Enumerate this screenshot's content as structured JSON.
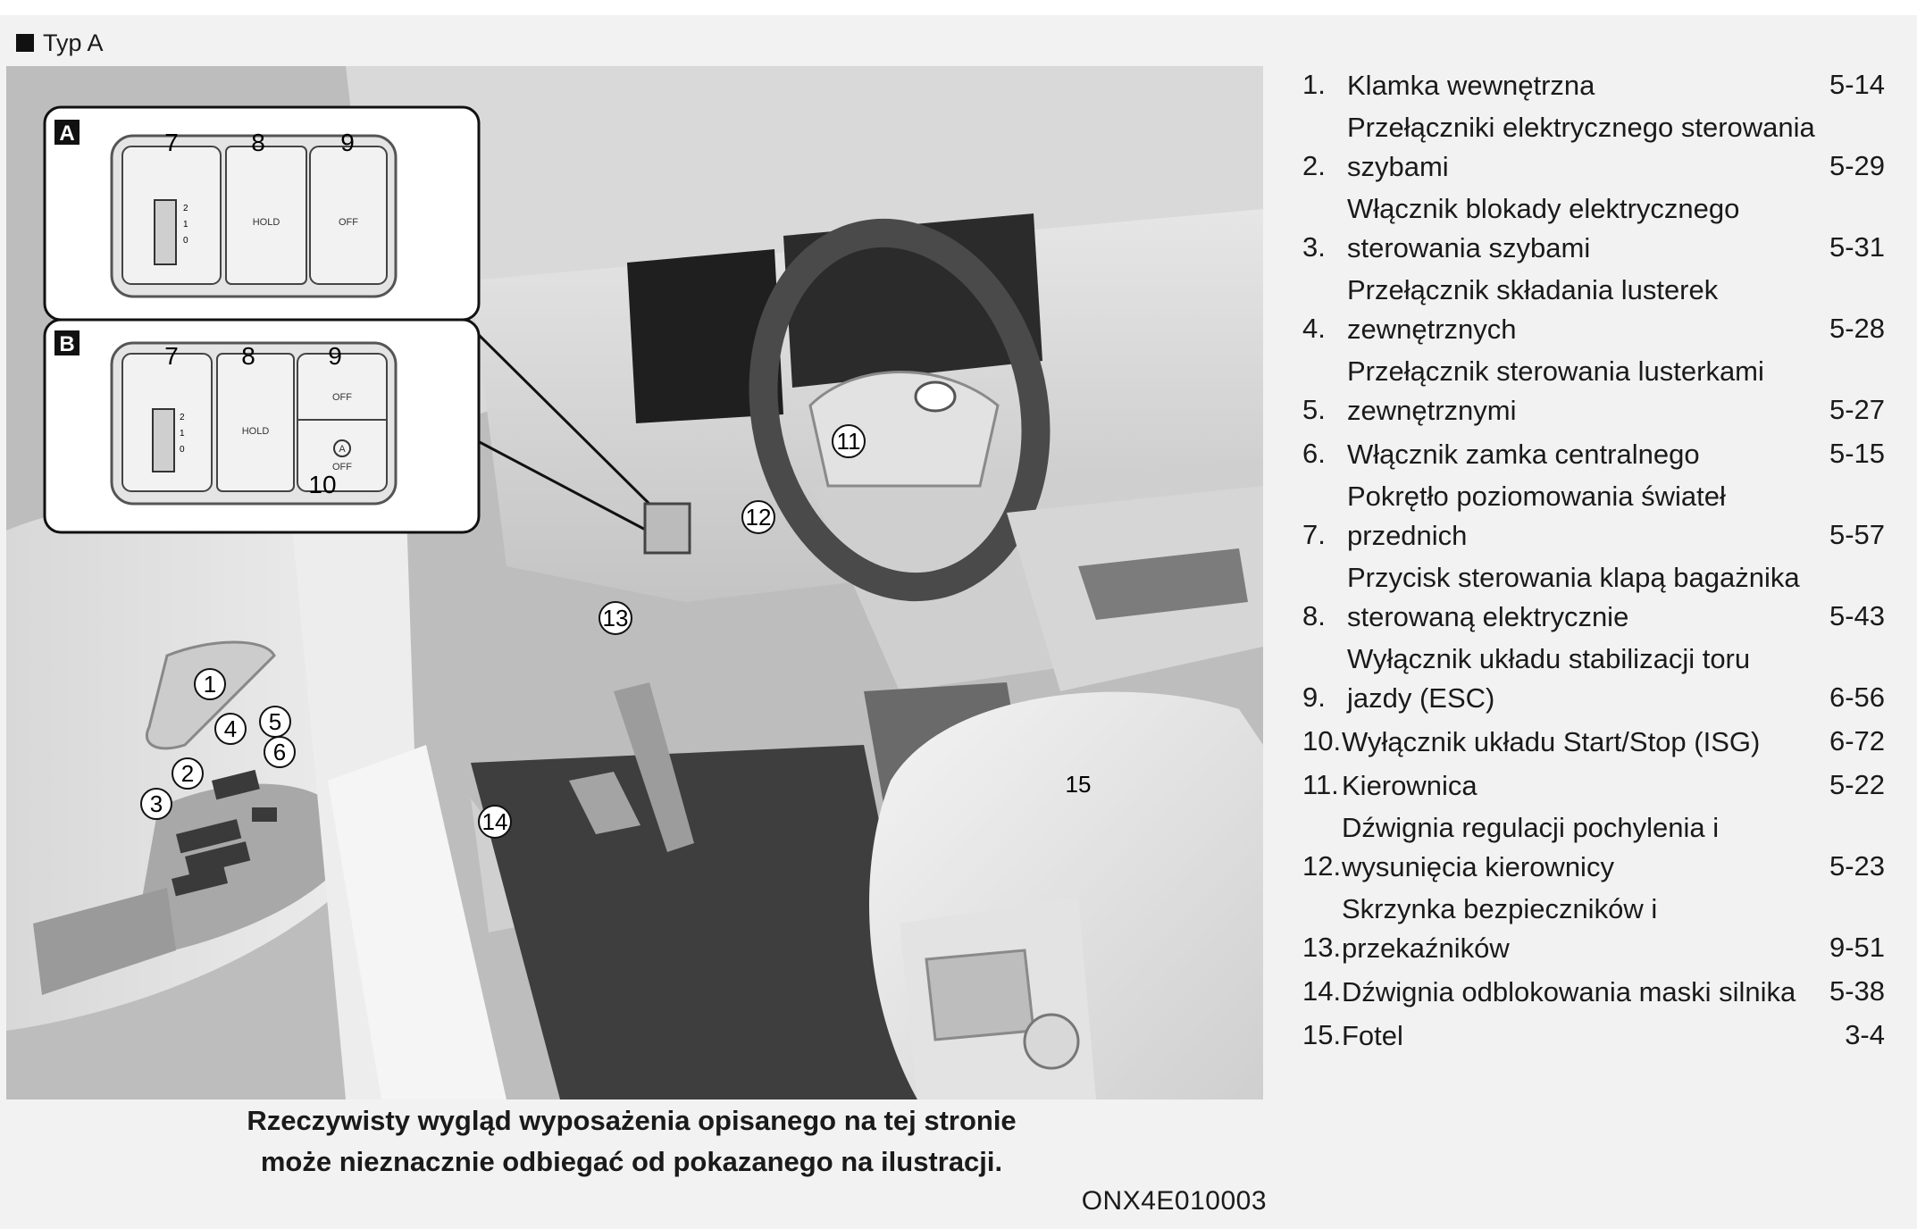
{
  "header": {
    "label": "Typ A"
  },
  "callouts": {
    "inset_a": {
      "tag": "A",
      "nums": [
        "7",
        "8",
        "9"
      ],
      "hold": "HOLD",
      "off": "OFF",
      "dial": [
        "2",
        "1",
        "0"
      ]
    },
    "inset_b": {
      "tag": "B",
      "nums": [
        "7",
        "8",
        "9",
        "10"
      ],
      "hold": "HOLD",
      "off1": "OFF",
      "off2": "OFF",
      "isg_symbol": "A",
      "dial": [
        "2",
        "1",
        "0"
      ]
    },
    "scene": [
      "1",
      "2",
      "3",
      "4",
      "5",
      "6",
      "11",
      "12",
      "13",
      "14",
      "15"
    ]
  },
  "legend": [
    {
      "num": "1.",
      "label": "Klamka wewnętrzna",
      "page": "5-14"
    },
    {
      "num": "2.",
      "label": "Przełączniki elektrycznego sterowania szybami",
      "page": "5-29"
    },
    {
      "num": "3.",
      "label": "Włącznik blokady elektrycznego sterowania szybami",
      "page": "5-31"
    },
    {
      "num": "4.",
      "label": "Przełącznik składania lusterek zewnętrznych",
      "page": "5-28"
    },
    {
      "num": "5.",
      "label": "Przełącznik sterowania lusterkami zewnętrznymi",
      "page": "5-27"
    },
    {
      "num": "6.",
      "label": "Włącznik zamka centralnego",
      "page": "5-15"
    },
    {
      "num": "7.",
      "label": "Pokrętło poziomowania świateł przednich",
      "page": "5-57"
    },
    {
      "num": "8.",
      "label": "Przycisk sterowania klapą bagażnika sterowaną elektrycznie",
      "page": "5-43"
    },
    {
      "num": "9.",
      "label": "Wyłącznik układu stabilizacji toru jazdy (ESC)",
      "page": "6-56"
    },
    {
      "num": "10.",
      "label": "Wyłącznik układu Start/Stop (ISG)",
      "page": "6-72"
    },
    {
      "num": "11.",
      "label": "Kierownica",
      "page": "5-22"
    },
    {
      "num": "12.",
      "label": "Dźwignia regulacji pochylenia i wysunięcia kierownicy",
      "page": "5-23"
    },
    {
      "num": "13.",
      "label": "Skrzynka bezpieczników i przekaźników",
      "page": "9-51"
    },
    {
      "num": "14.",
      "label": "Dźwignia odblokowania maski silnika",
      "page": "5-38"
    },
    {
      "num": "15.",
      "label": "Fotel",
      "page": "3-4"
    }
  ],
  "caption": {
    "line1": "Rzeczywisty wygląd wyposażenia opisanego na tej stronie",
    "line2": "może nieznacznie odbiegać od pokazanego na ilustracji."
  },
  "image_code": "ONX4E010003"
}
